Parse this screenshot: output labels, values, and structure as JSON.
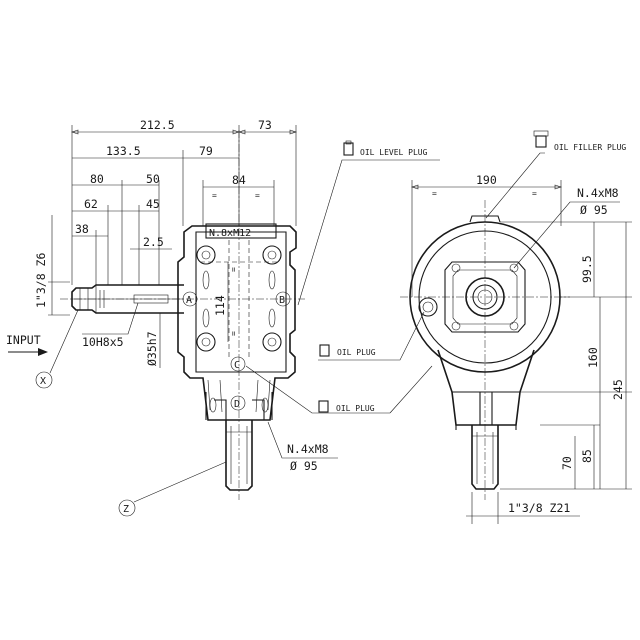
{
  "dimensions": {
    "d212_5": "212.5",
    "d73": "73",
    "d133_5": "133.5",
    "d79": "79",
    "d80": "80",
    "d50": "50",
    "d84": "84",
    "d62": "62",
    "d45": "45",
    "d38": "38",
    "d2_5": "2.5",
    "d114": "114",
    "d190": "190",
    "d99_5": "99.5",
    "d160": "160",
    "d245": "245",
    "d85": "85",
    "d70": "70",
    "eq": "="
  },
  "labels": {
    "input_spline": "1\"3/8 Z6",
    "input_text": "INPUT",
    "keyway": "10H8x5",
    "shaft_dia": "Ø35h7",
    "holes_top": "N.8xM12",
    "holes_bottom_count": "N.4xM8",
    "holes_bottom_dia": "Ø 95",
    "holes_right_count": "N.4xM8",
    "holes_right_dia": "Ø 95",
    "output_spline": "1\"3/8  Z21",
    "oil_level_plug": "OIL LEVEL PLUG",
    "oil_filler_plug": "OIL FILLER PLUG",
    "oil_plug_1": "OIL PLUG",
    "oil_plug_2": "OIL PLUG"
  },
  "markers": {
    "a": "A",
    "b": "B",
    "c": "C",
    "d": "D",
    "x": "X",
    "z": "Z"
  }
}
